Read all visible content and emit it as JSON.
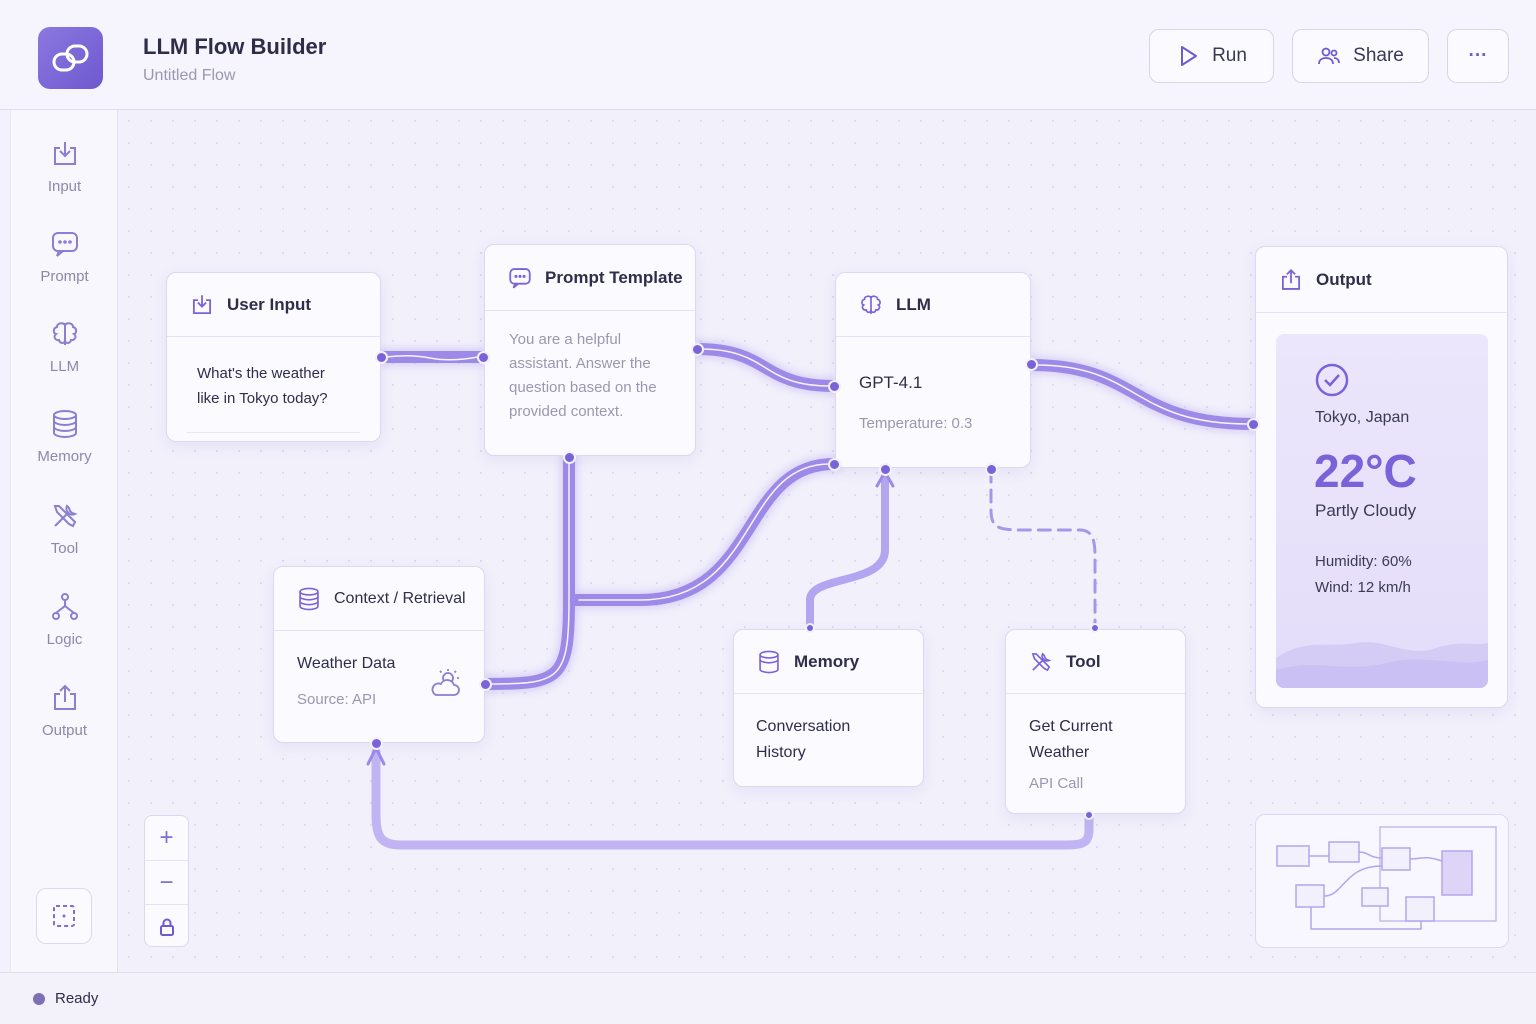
{
  "header": {
    "title": "LLM Flow Builder",
    "subtitle": "Untitled Flow",
    "run_label": "Run",
    "share_label": "Share",
    "more_label": "···"
  },
  "sidebar": {
    "items": [
      {
        "label": "Input",
        "icon": "input-icon"
      },
      {
        "label": "Prompt",
        "icon": "prompt-icon"
      },
      {
        "label": "LLM",
        "icon": "brain-icon"
      },
      {
        "label": "Memory",
        "icon": "database-icon"
      },
      {
        "label": "Tool",
        "icon": "tools-icon"
      },
      {
        "label": "Logic",
        "icon": "logic-icon"
      },
      {
        "label": "Output",
        "icon": "output-icon"
      }
    ]
  },
  "nodes": {
    "user_input": {
      "title": "User Input",
      "text": "What's the weather like in Tokyo today?"
    },
    "prompt": {
      "title": "Prompt Template",
      "text": "You are a helpful assistant. Answer the question based on the provided context."
    },
    "llm": {
      "title": "LLM",
      "model": "GPT-4.1",
      "temperature": "Temperature: 0.3"
    },
    "context": {
      "title": "Context / Retrieval",
      "name": "Weather Data",
      "source": "Source: API"
    },
    "memory": {
      "title": "Memory",
      "text": "Conversation History"
    },
    "tool": {
      "title": "Tool",
      "text": "Get Current Weather",
      "sub": "API Call"
    },
    "output": {
      "title": "Output",
      "location": "Tokyo, Japan",
      "temp": "22°C",
      "condition": "Partly Cloudy",
      "humidity": "Humidity: 60%",
      "wind": "Wind: 12 km/h"
    }
  },
  "zoom": {
    "in": "+",
    "out": "−"
  },
  "status": {
    "text": "Ready"
  },
  "colors": {
    "accent": "#7a62d8",
    "edge": "#a08ee8",
    "background": "#f3f1fb"
  }
}
